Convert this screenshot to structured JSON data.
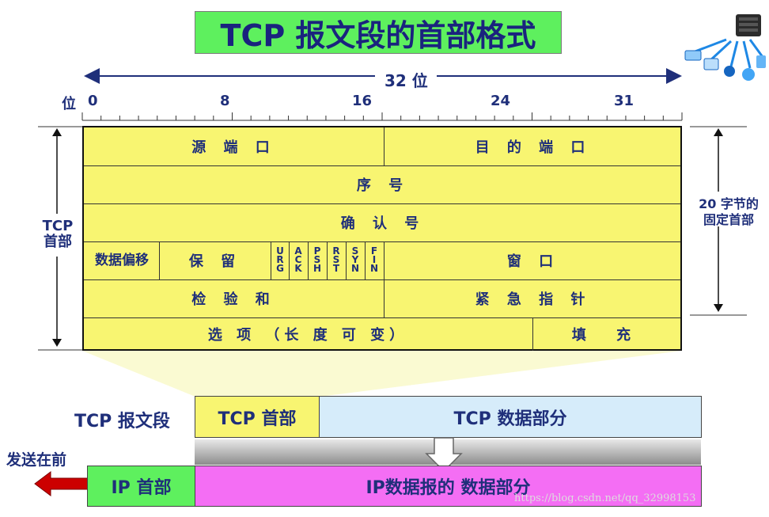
{
  "title": "TCP 报文段的首部格式",
  "ruler": {
    "width_label": "32 位",
    "bit_prefix": "位",
    "ticks": [
      "0",
      "8",
      "16",
      "24",
      "31"
    ]
  },
  "left_label": {
    "line1": "TCP",
    "line2": "首部"
  },
  "right_label": {
    "line1": "20 字节的",
    "line2": "固定首部"
  },
  "fields": {
    "source_port": "源 端 口",
    "dest_port": "目 的 端 口",
    "seq": "序 号",
    "ack_no": "确 认 号",
    "data_offset": "数据偏移",
    "reserved": "保 留",
    "window": "窗 口",
    "checksum": "检 验 和",
    "urgent_ptr": "紧 急 指 针",
    "options": "选 项 （长 度 可 变）",
    "padding": "填 充"
  },
  "flags": [
    "URG",
    "ACK",
    "PSH",
    "RST",
    "SYN",
    "FIN"
  ],
  "segment": {
    "label": "TCP 报文段",
    "header": "TCP 首部",
    "data": "TCP 数据部分"
  },
  "ip": {
    "send_first": "发送在前",
    "header": "IP 首部",
    "data": "IP数据报的 数据部分"
  },
  "watermark": "https://blog.csdn.net/qq_32998153"
}
